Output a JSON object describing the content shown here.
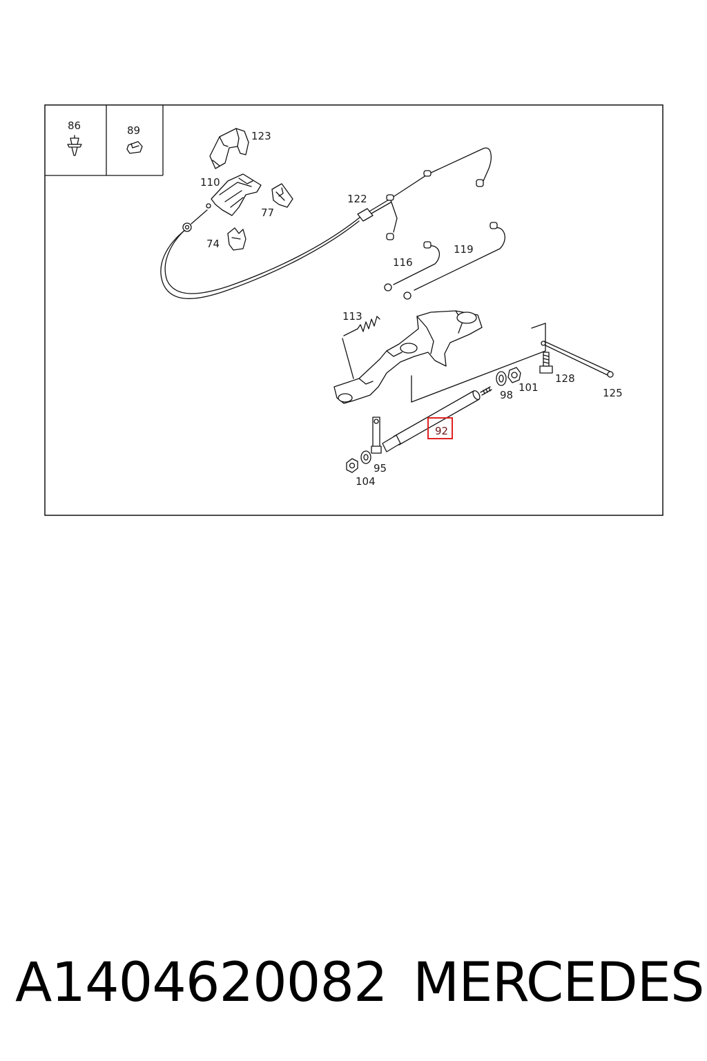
{
  "diagram": {
    "callouts": {
      "c86": "86",
      "c89": "89",
      "c123": "123",
      "c110": "110",
      "c77": "77",
      "c74": "74",
      "c122": "122",
      "c116": "116",
      "c119": "119",
      "c113": "113",
      "c98": "98",
      "c101": "101",
      "c128": "128",
      "c125": "125",
      "c92": "92",
      "c95": "95",
      "c104": "104"
    },
    "highlighted_callout": "92",
    "highlight_color": "#e02020"
  },
  "footer": {
    "part_number": "A1404620082",
    "brand": "MERCEDES"
  }
}
